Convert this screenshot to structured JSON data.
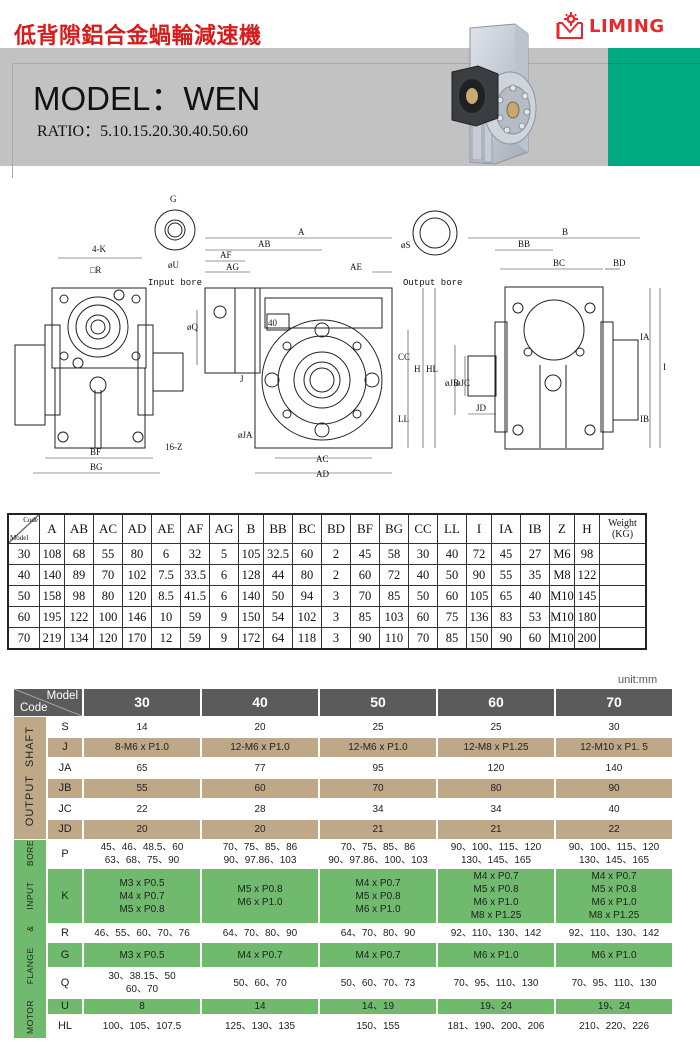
{
  "header": {
    "title_cn": "低背隙鋁合金蝸輪減速機",
    "model_title": "MODEL：WEN",
    "ratio": "RATIO：5.10.15.20.30.40.50.60",
    "brand": "LIMING",
    "colors": {
      "title_red": "#d81b1b",
      "banner_gray": "#c2c2c2",
      "accent_green": "#00a980",
      "brand_red": "#e8282b"
    }
  },
  "drawing": {
    "labels": {
      "G": "G",
      "U": "øU",
      "input_bore": "Input bore",
      "K": "4-K",
      "R": "□R",
      "Z": "16-Z",
      "BF": "BF",
      "BG": "BG",
      "Q": "øQ",
      "A": "A",
      "AB": "AB",
      "AF": "AF",
      "AG": "AG",
      "AE": "AE",
      "S": "øS",
      "output_bore": "Output bore",
      "J": "J",
      "JA": "øJA",
      "AC": "AC",
      "AD": "AD",
      "CC": "CC",
      "LL": "LL",
      "H": "H",
      "HL": "HL",
      "JB": "øJB",
      "JC": "øJC",
      "JD": "JD",
      "B": "B",
      "BB": "BB",
      "BC": "BC",
      "BD": "BD",
      "IA": "IA",
      "I": "I",
      "IB": "IB",
      "size": "40"
    }
  },
  "dim_table": {
    "corner_code": "Code",
    "corner_model": "Model",
    "columns": [
      "A",
      "AB",
      "AC",
      "AD",
      "AE",
      "AF",
      "AG",
      "B",
      "BB",
      "BC",
      "BD",
      "BF",
      "BG",
      "CC",
      "LL",
      "I",
      "IA",
      "IB",
      "Z",
      "H"
    ],
    "weight_header": [
      "Weight",
      "(KG)"
    ],
    "rows": [
      {
        "model": "30",
        "values": [
          "108",
          "68",
          "55",
          "80",
          "6",
          "32",
          "5",
          "105",
          "32.5",
          "60",
          "2",
          "45",
          "58",
          "30",
          "40",
          "72",
          "45",
          "27",
          "M6",
          "98"
        ],
        "weight": ""
      },
      {
        "model": "40",
        "values": [
          "140",
          "89",
          "70",
          "102",
          "7.5",
          "33.5",
          "6",
          "128",
          "44",
          "80",
          "2",
          "60",
          "72",
          "40",
          "50",
          "90",
          "55",
          "35",
          "M8",
          "122"
        ],
        "weight": ""
      },
      {
        "model": "50",
        "values": [
          "158",
          "98",
          "80",
          "120",
          "8.5",
          "41.5",
          "6",
          "140",
          "50",
          "94",
          "3",
          "70",
          "85",
          "50",
          "60",
          "105",
          "65",
          "40",
          "M10",
          "145"
        ],
        "weight": ""
      },
      {
        "model": "60",
        "values": [
          "195",
          "122",
          "100",
          "146",
          "10",
          "59",
          "9",
          "150",
          "54",
          "102",
          "3",
          "85",
          "103",
          "60",
          "75",
          "136",
          "83",
          "53",
          "M10",
          "180"
        ],
        "weight": ""
      },
      {
        "model": "70",
        "values": [
          "219",
          "134",
          "120",
          "170",
          "12",
          "59",
          "9",
          "172",
          "64",
          "118",
          "3",
          "90",
          "110",
          "70",
          "85",
          "150",
          "90",
          "60",
          "M10",
          "200"
        ],
        "weight": ""
      }
    ]
  },
  "spec_table": {
    "unit": "unit:mm",
    "corner_model": "Model",
    "corner_code": "Code",
    "models": [
      "30",
      "40",
      "50",
      "60",
      "70"
    ],
    "groups": [
      {
        "label": "OUTPUT  SHAFT",
        "style": "tan",
        "rows": [
          {
            "code": "S",
            "style": "wht",
            "values": [
              "14",
              "20",
              "25",
              "25",
              "30"
            ]
          },
          {
            "code": "J",
            "style": "tan",
            "values": [
              "8-M6 x P1.0",
              "12-M6 x P1.0",
              "12-M6 x P1.0",
              "12-M8 x P1.25",
              "12-M10 x P1. 5"
            ]
          },
          {
            "code": "JA",
            "style": "wht",
            "values": [
              "65",
              "77",
              "95",
              "120",
              "140"
            ]
          },
          {
            "code": "JB",
            "style": "tan",
            "values": [
              "55",
              "60",
              "70",
              "80",
              "90"
            ]
          },
          {
            "code": "JC",
            "style": "wht",
            "values": [
              "22",
              "28",
              "34",
              "34",
              "40"
            ]
          },
          {
            "code": "JD",
            "style": "tan",
            "values": [
              "20",
              "20",
              "21",
              "21",
              "22"
            ]
          }
        ]
      },
      {
        "label": "MOTOR  FLANGE  &  INPUT  BORE",
        "style": "grn",
        "rows": [
          {
            "code": "P",
            "style": "wht",
            "values": [
              [
                "45、46、48.5、60",
                "63、68、75、90"
              ],
              [
                "70、75、85、86",
                "90、97.86、103"
              ],
              [
                "70、75、85、86",
                "90、97.86、100、103"
              ],
              [
                "90、100、115、120",
                "130、145、165"
              ],
              [
                "90、100、115、120",
                "130、145、165"
              ]
            ]
          },
          {
            "code": "K",
            "style": "grn",
            "values": [
              [
                "M3 x P0.5",
                "M4 x P0.7",
                "M5 x P0.8"
              ],
              [
                "M5 x P0.8",
                "M6 x P1.0"
              ],
              [
                "M4 x P0.7",
                "M5 x P0.8",
                "M6 x P1.0"
              ],
              [
                "M4 x P0.7",
                "M5 x P0.8",
                "M6 x P1.0",
                "M8 x P1.25"
              ],
              [
                "M4 x P0.7",
                "M5 x P0.8",
                "M6 x P1.0",
                "M8 x P1.25"
              ]
            ]
          },
          {
            "code": "R",
            "style": "wht",
            "values": [
              "46、55、60、70、76",
              "64、70、80、90",
              "64、70、80、90",
              "92、110、130、142",
              "92、110、130、142"
            ]
          },
          {
            "code": "G",
            "style": "grn",
            "values": [
              "M3 x P0.5",
              "M4 x P0.7",
              "M4 x P0.7",
              "M6 x P1.0",
              "M6 x P1.0"
            ]
          },
          {
            "code": "Q",
            "style": "wht",
            "values": [
              [
                "30、38.15、50",
                "60、70"
              ],
              [
                "50、60、70"
              ],
              [
                "50、60、70、73"
              ],
              [
                "70、95、110、130"
              ],
              [
                "70、95、110、130"
              ]
            ]
          },
          {
            "code": "U",
            "style": "grn",
            "values": [
              "8",
              "14",
              "14、19",
              "19、24",
              "19、24"
            ]
          },
          {
            "code": "HL",
            "style": "wht",
            "values": [
              "100、105、107.5",
              "125、130、135",
              "150、155",
              "181、190、200、206",
              "210、220、226"
            ]
          }
        ]
      }
    ]
  }
}
